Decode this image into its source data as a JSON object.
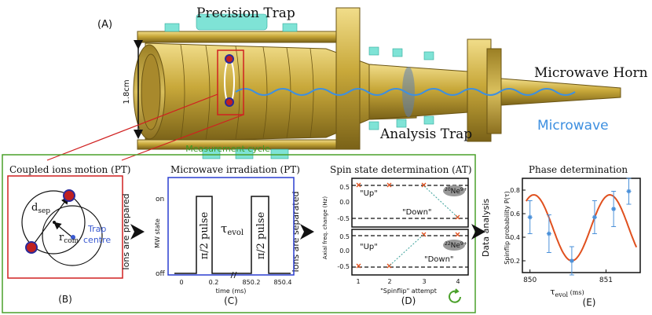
{
  "top": {
    "label_a": "(A)",
    "precision_trap": "Precision Trap",
    "analysis_trap": "Analysis Trap",
    "microwave_horn": "Microwave Horn",
    "microwave": "Microwave",
    "size": "1.8cm",
    "measurement_cycle": "Measurement cycle"
  },
  "panel_b": {
    "title": "Coupled ions motion (PT)",
    "label": "(B)",
    "d_main": "d",
    "d_sub": "sep",
    "r_main": "r",
    "r_sub": "com",
    "trap": "Trap",
    "centre": "centre"
  },
  "arrows": {
    "ions_prepared": "Ions are prepared",
    "ions_separated": "Ions are separated",
    "data_analysis": "Data analysis"
  },
  "panel_c": {
    "title": "Microwave irradiation (PT)",
    "label": "(C)",
    "ylabel": "MW state",
    "on": "on",
    "off": "off",
    "pulse": "π/2 pulse",
    "tau_main": "τ",
    "tau_sub": "evol",
    "xlabel": "time (ms)",
    "ticks": [
      "0",
      "0.2",
      "850.2",
      "850.4"
    ]
  },
  "panel_d": {
    "title": "Spin state determination (AT)",
    "label": "(D)",
    "ylabel": "Axial freq. change (Hz)",
    "xlabel": "\"Spinflip\" attempt",
    "up": "\"Up\"",
    "down": "\"Down\"",
    "isotope_mass": "20",
    "isotope_el": "Ne",
    "isotope_charge": "9+",
    "isotope2_mass": "22",
    "yticks": [
      "0.5",
      "0.0",
      "-0.5"
    ],
    "xticks": [
      "1",
      "2",
      "3",
      "4"
    ]
  },
  "chart_data": {
    "type": "scatter",
    "title": "Phase determination",
    "label": "(E)",
    "xlabel_main": "τ",
    "xlabel_sub": "evol",
    "xlabel_unit": "(ms)",
    "ylabel": "Spinflip probability P(τ)",
    "xticks": [
      "850",
      "851"
    ],
    "yticks": [
      "0.2",
      "0.4",
      "0.6",
      "0.8"
    ],
    "xlim": [
      849.9,
      851.45
    ],
    "ylim": [
      0.1,
      0.9
    ],
    "points": [
      {
        "x": 850.0,
        "y": 0.57,
        "err": 0.14
      },
      {
        "x": 850.25,
        "y": 0.43,
        "err": 0.16
      },
      {
        "x": 850.55,
        "y": 0.2,
        "err": 0.12
      },
      {
        "x": 850.85,
        "y": 0.57,
        "err": 0.14
      },
      {
        "x": 851.1,
        "y": 0.64,
        "err": 0.15
      },
      {
        "x": 851.3,
        "y": 0.79,
        "err": 0.11
      }
    ],
    "fit": {
      "mean": 0.48,
      "amp": 0.28,
      "period": 1.0,
      "min_at": 850.55
    },
    "colors": {
      "points": "#4a90d9",
      "fit": "#e0501e"
    }
  }
}
